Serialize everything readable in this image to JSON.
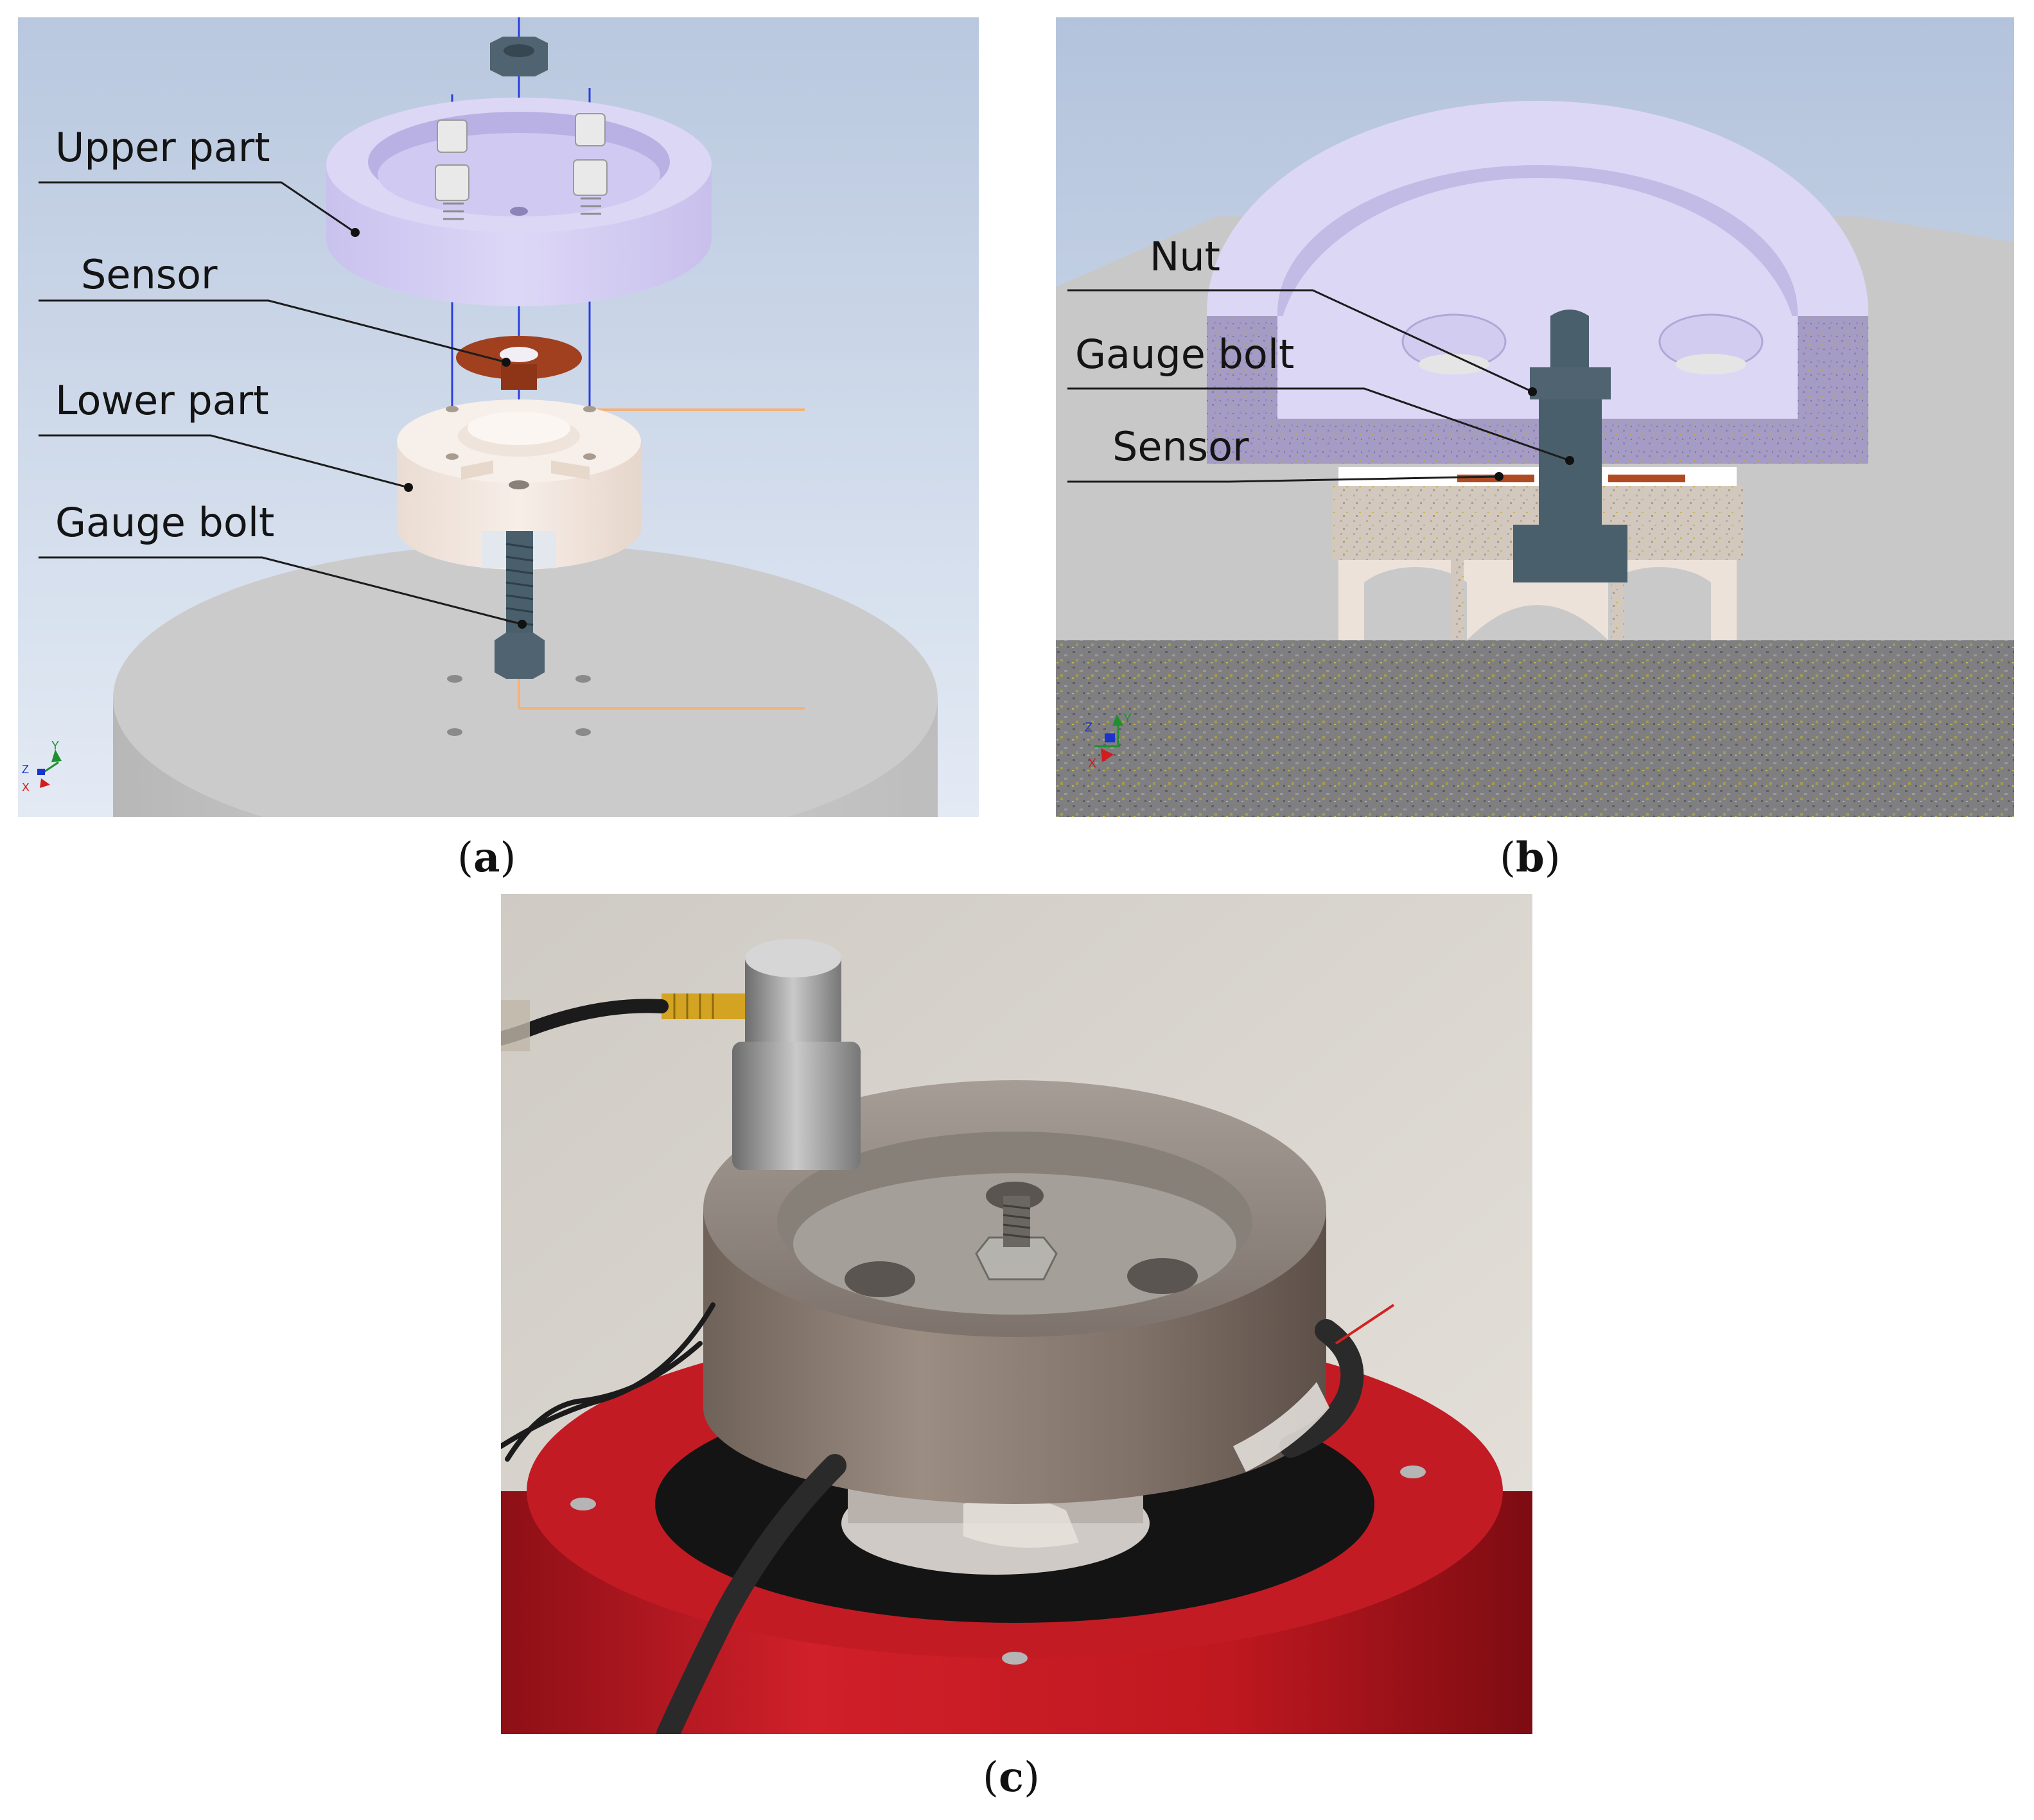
{
  "panels": {
    "a": {
      "caption_open": "(",
      "caption_letter": "a",
      "caption_close": ")",
      "labels": {
        "upper_part": "Upper part",
        "sensor": "Sensor",
        "lower_part": "Lower part",
        "gauge_bolt": "Gauge bolt"
      },
      "axis_triad": {
        "x": "X",
        "y": "Y",
        "z": "Z"
      }
    },
    "b": {
      "caption_open": "(",
      "caption_letter": "b",
      "caption_close": ")",
      "labels": {
        "nut": "Nut",
        "gauge_bolt": "Gauge bolt",
        "sensor": "Sensor"
      },
      "axis_triad": {
        "x": "X",
        "y": "Y",
        "z": "Z"
      }
    },
    "c": {
      "caption_open": "(",
      "caption_letter": "c",
      "caption_close": ")"
    }
  },
  "colors": {
    "cad_background_top": "#b9c8df",
    "cad_background_bottom": "#dfe7f3",
    "upper_part": "#d9d4f5",
    "sensor": "#a0401f",
    "lower_part": "#f4e9e2",
    "bolt": "#4a5f6c",
    "shaker_table": "#c7c7c7",
    "photo_red_base": "#c01820"
  }
}
